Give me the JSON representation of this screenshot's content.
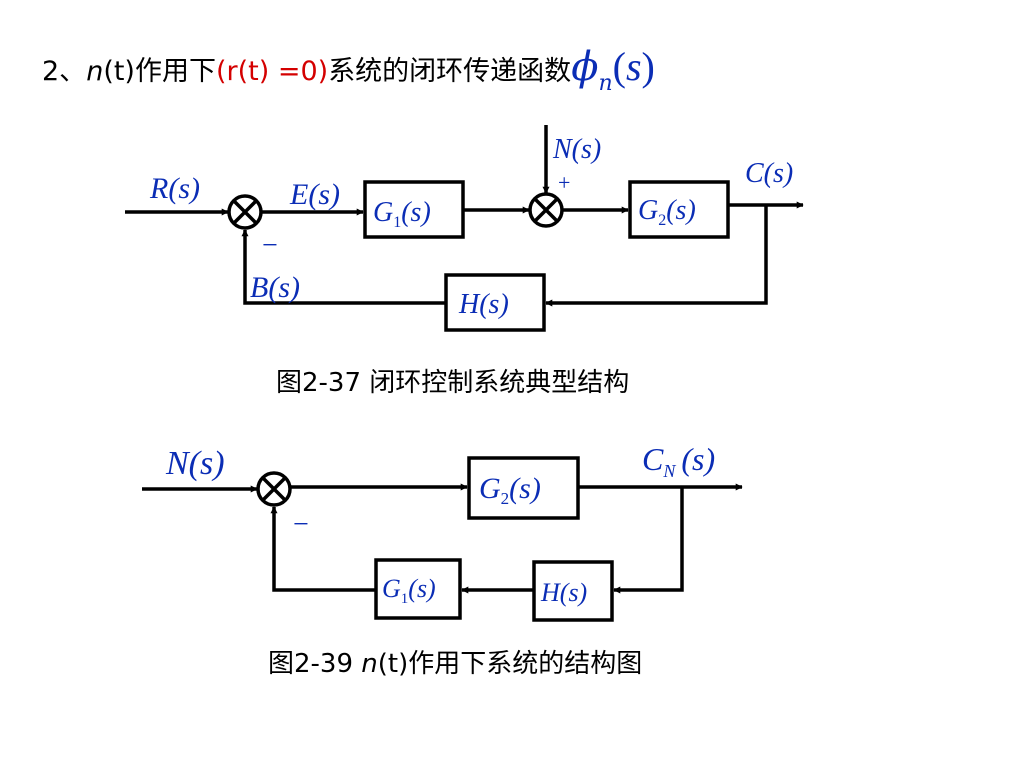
{
  "title": {
    "number": "2、",
    "var": "n",
    "var_arg": "(t)",
    "text1": "作用下",
    "cond": "(r(t) =0)",
    "text2": "系统的闭环传递函数",
    "phi": "ϕ",
    "phi_sub": "n",
    "phi_arg_l": "(",
    "phi_arg_s": "s",
    "phi_arg_r": ")"
  },
  "diagram1": {
    "input": "R(s)",
    "error": "E(s)",
    "block1": {
      "name": "G",
      "sub": "1",
      "arg": "(s)"
    },
    "disturbance": "N(s)",
    "plus": "+",
    "block2": {
      "name": "G",
      "sub": "2",
      "arg": "(s)"
    },
    "output": "C(s)",
    "minus": "−",
    "feedback_signal": "B(s)",
    "feedback_block": {
      "name": "H",
      "arg": "(s)"
    },
    "caption": "图2-37 闭环控制系统典型结构"
  },
  "diagram2": {
    "input": "N(s)",
    "forward_block": {
      "name": "G",
      "sub": "2",
      "arg": "(s)"
    },
    "output_name": "C",
    "output_sub": "N",
    "output_arg": "(s)",
    "minus": "−",
    "feedback_block1": {
      "name": "H",
      "arg": "(s)"
    },
    "feedback_block2": {
      "name": "G",
      "sub": "1",
      "arg": "(s)"
    },
    "caption_prefix": "图2-39 ",
    "caption_var": "n",
    "caption_arg": "(t)",
    "caption_suffix": "作用下系统的结构图"
  },
  "colors": {
    "label_blue": "#0b2db5",
    "condition_red": "#d40000",
    "line": "#000000"
  }
}
